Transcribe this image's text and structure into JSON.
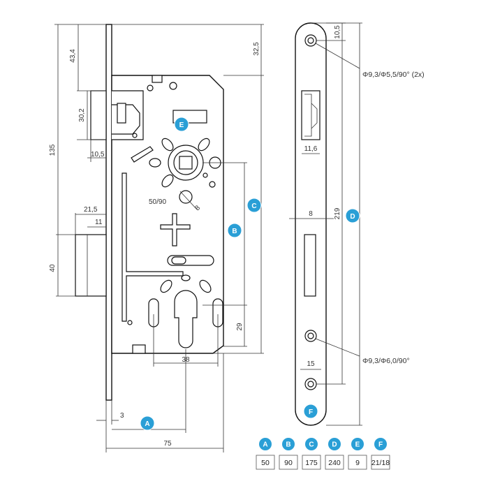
{
  "dimensions": {
    "d135": "135",
    "d43_4": "43,4",
    "d30_2": "30,2",
    "d10_5a": "10,5",
    "d21_5": "21,5",
    "d11": "11",
    "d40": "40",
    "d32_5": "32,5",
    "d50_90": "50/90",
    "d8a": "8",
    "d29": "29",
    "d38": "38",
    "d3": "3",
    "d75": "75",
    "d10_5b": "10,5",
    "d11_6": "11,6",
    "d8b": "8",
    "d219": "219",
    "d15": "15"
  },
  "notes": {
    "hole_top": "Φ9,3/Φ5,5/90° (2x)",
    "hole_bottom": "Φ9,3/Φ6,0/90°"
  },
  "bubbles": {
    "A": "A",
    "B": "B",
    "C": "C",
    "D": "D",
    "E": "E",
    "F": "F"
  },
  "legend": [
    {
      "letter": "A",
      "value": "50"
    },
    {
      "letter": "B",
      "value": "90"
    },
    {
      "letter": "C",
      "value": "175"
    },
    {
      "letter": "D",
      "value": "240"
    },
    {
      "letter": "E",
      "value": "9"
    },
    {
      "letter": "F",
      "value": "21/18"
    }
  ],
  "colors": {
    "bubble": "#2a9fd6",
    "line": "#111111"
  }
}
